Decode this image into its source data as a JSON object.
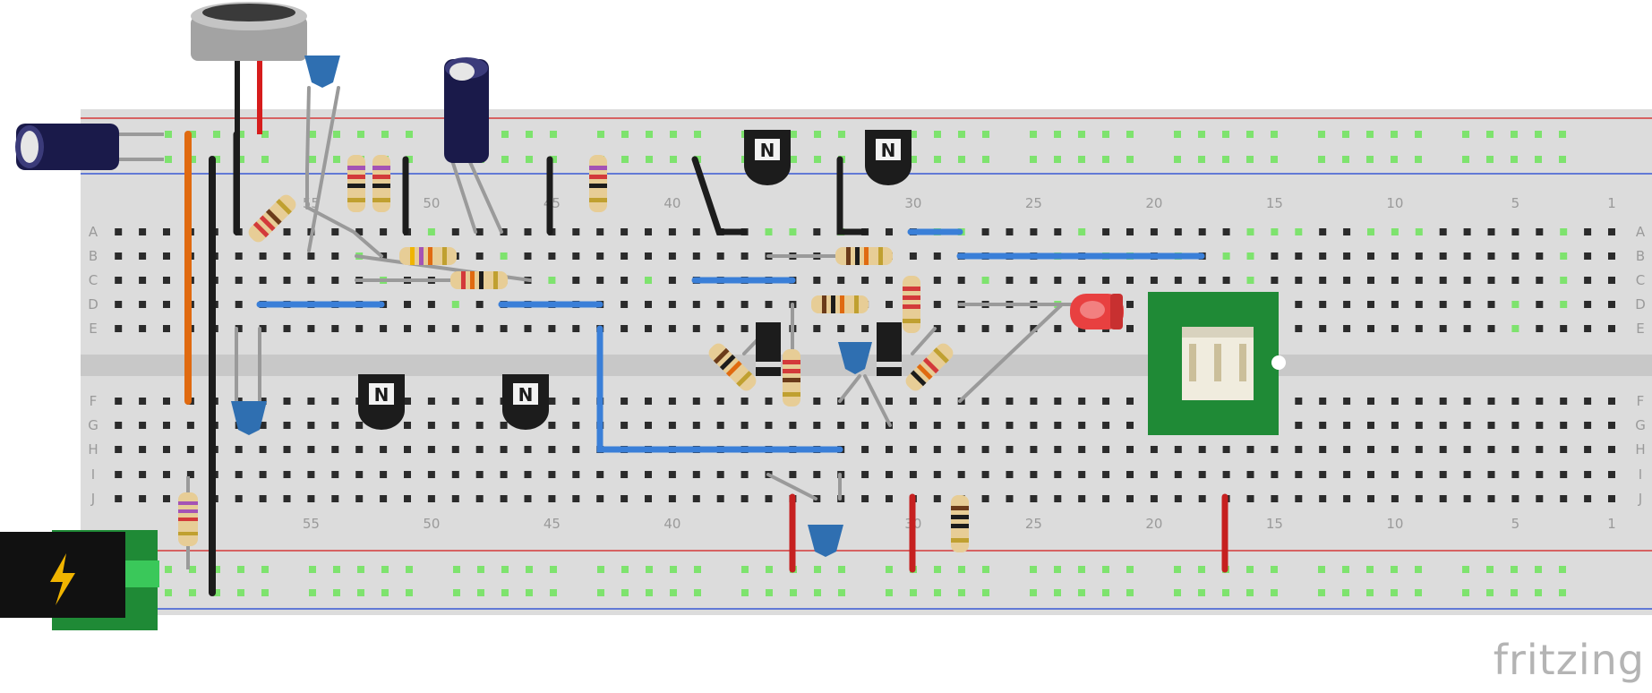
{
  "brand": "fritzing",
  "colors": {
    "board": "#dcdcdc",
    "channel": "#c8c8c8",
    "rail_red": "#d33a3a",
    "rail_blue": "#3a5ad3",
    "hole": "#2b2b2b",
    "hole_active": "#7ee36e",
    "wire_blue": "#3a7fd8",
    "wire_gray": "#9a9a9a",
    "wire_black": "#1c1c1c",
    "wire_red": "#c62020",
    "wire_orange": "#e06a10",
    "pcb_green": "#1f8a36",
    "cap_blue": "#2f6fb1",
    "led_red": "#e84040",
    "electrolytic": "#1a1a4a"
  },
  "column_labels_top": [
    "55",
    "50",
    "45",
    "40",
    "30",
    "25",
    "20",
    "15",
    "10",
    "5",
    "1"
  ],
  "column_labels_bottom": [
    "55",
    "50",
    "45",
    "40",
    "30",
    "25",
    "20",
    "15",
    "10",
    "5",
    "1"
  ],
  "row_labels_top": [
    "A",
    "B",
    "C",
    "D",
    "E"
  ],
  "row_labels_bottom": [
    "F",
    "G",
    "H",
    "I",
    "J"
  ],
  "components": {
    "transistor_label": "N",
    "power_icon": "lightning-bolt-icon",
    "mic_icon": "microphone-icon"
  }
}
